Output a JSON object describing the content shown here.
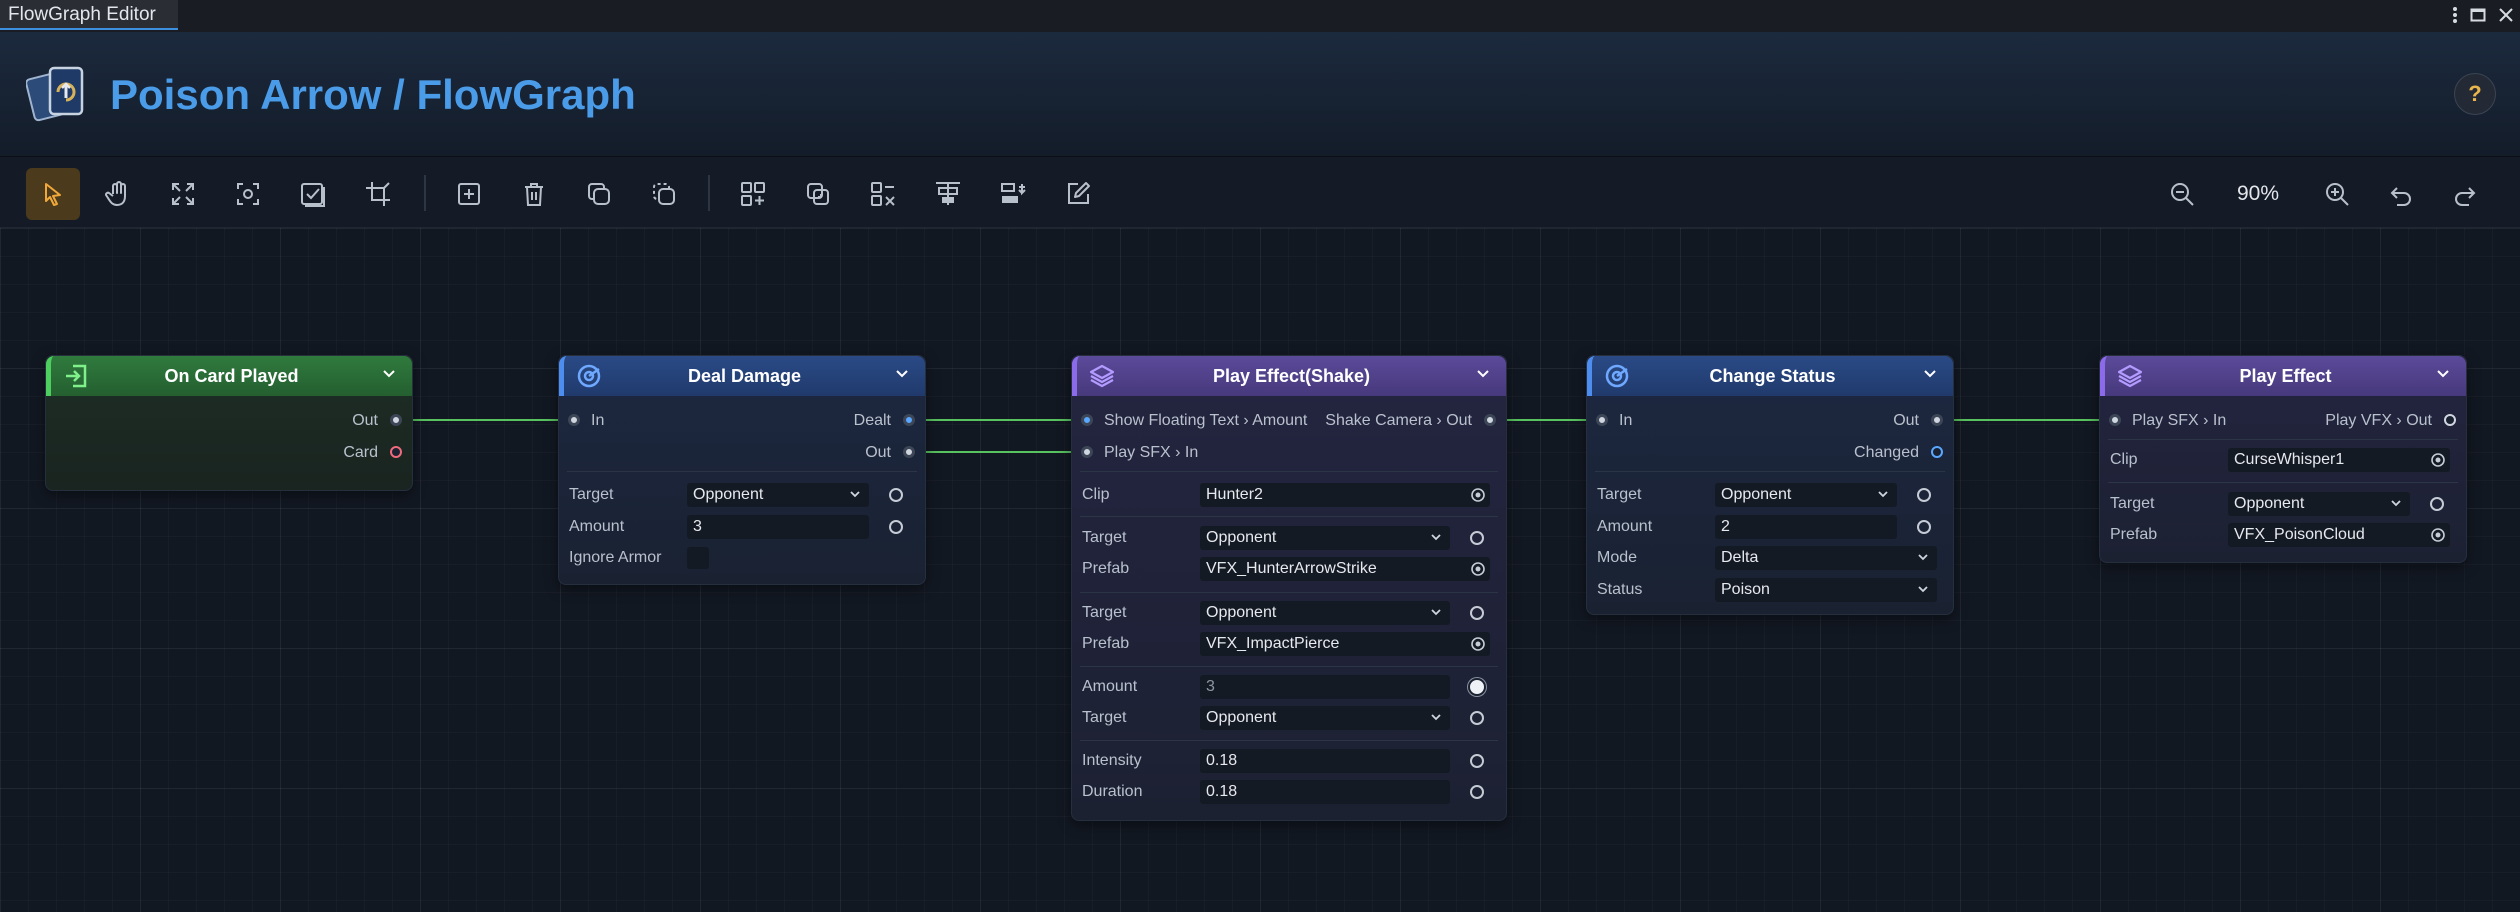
{
  "window": {
    "tab_title": "FlowGraph Editor"
  },
  "header": {
    "title": "Poison Arrow / FlowGraph",
    "help_label": "?"
  },
  "toolbar": {
    "zoom_level": "90%"
  },
  "colors": {
    "accent": "#4a9be8",
    "event_node": "#2f7a3d",
    "action_node": "#2a4a86",
    "effect_node": "#5b4a9a",
    "wire": "#58c25f"
  },
  "nodes": {
    "on_card_played": {
      "title": "On Card Played",
      "outputs": [
        "Out",
        "Card"
      ]
    },
    "deal_damage": {
      "title": "Deal Damage",
      "input": "In",
      "outputs": [
        "Dealt",
        "Out"
      ],
      "fields": [
        {
          "label": "Target",
          "value": "Opponent"
        },
        {
          "label": "Amount",
          "value": "3"
        },
        {
          "label": "Ignore Armor",
          "value": ""
        }
      ]
    },
    "play_effect_shake": {
      "title": "Play Effect(Shake)",
      "inputs": [
        "Show Floating Text › Amount",
        "Play SFX › In"
      ],
      "output": "Shake Camera › Out",
      "fields": [
        {
          "label": "Clip",
          "value": "Hunter2"
        },
        {
          "label": "Target",
          "value": "Opponent"
        },
        {
          "label": "Prefab",
          "value": "VFX_HunterArrowStrike"
        },
        {
          "label": "Target",
          "value": "Opponent"
        },
        {
          "label": "Prefab",
          "value": "VFX_ImpactPierce"
        },
        {
          "label": "Amount",
          "value": "3"
        },
        {
          "label": "Target",
          "value": "Opponent"
        },
        {
          "label": "Intensity",
          "value": "0.18"
        },
        {
          "label": "Duration",
          "value": "0.18"
        }
      ]
    },
    "change_status": {
      "title": "Change Status",
      "input": "In",
      "outputs": [
        "Out",
        "Changed"
      ],
      "fields": [
        {
          "label": "Target",
          "value": "Opponent"
        },
        {
          "label": "Amount",
          "value": "2"
        },
        {
          "label": "Mode",
          "value": "Delta"
        },
        {
          "label": "Status",
          "value": "Poison"
        }
      ]
    },
    "play_effect": {
      "title": "Play Effect",
      "input": "Play SFX › In",
      "output": "Play VFX › Out",
      "fields": [
        {
          "label": "Clip",
          "value": "CurseWhisper1"
        },
        {
          "label": "Target",
          "value": "Opponent"
        },
        {
          "label": "Prefab",
          "value": "VFX_PoisonCloud"
        }
      ]
    }
  }
}
